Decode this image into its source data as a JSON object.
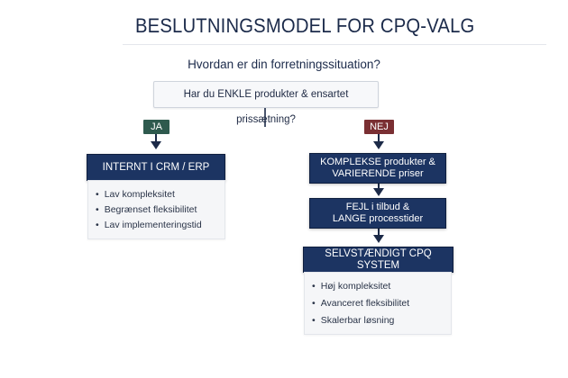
{
  "diagram": {
    "title": "BESLUTNINGSMODEL FOR CPQ-VALG",
    "question": "Hvordan er din forretningssituation?",
    "decision": "Har du ENKLE produkter & ensartet prissætning?",
    "yes_label": "JA",
    "no_label": "NEJ",
    "left_box": "INTERNT I CRM / ERP",
    "left_items": [
      "Lav kompleksitet",
      "Begrænset fleksibilitet",
      "Lav implementeringstid"
    ],
    "right_step1_line1": "KOMPLEKSE produkter &",
    "right_step1_line2": "VARIERENDE priser",
    "right_step2_line1": "FEJL i tilbud &",
    "right_step2_line2": "LANGE processtider",
    "right_result": "SELVSTÆNDIGT CPQ SYSTEM",
    "right_items": [
      "Høj kompleksitet",
      "Avanceret fleksibilitet",
      "Skalerbar løsning"
    ]
  },
  "colors": {
    "navy": "#1c3462",
    "yes_green": "#2e5a4e",
    "no_red": "#7a2f33",
    "connector": "#1c2a48"
  }
}
